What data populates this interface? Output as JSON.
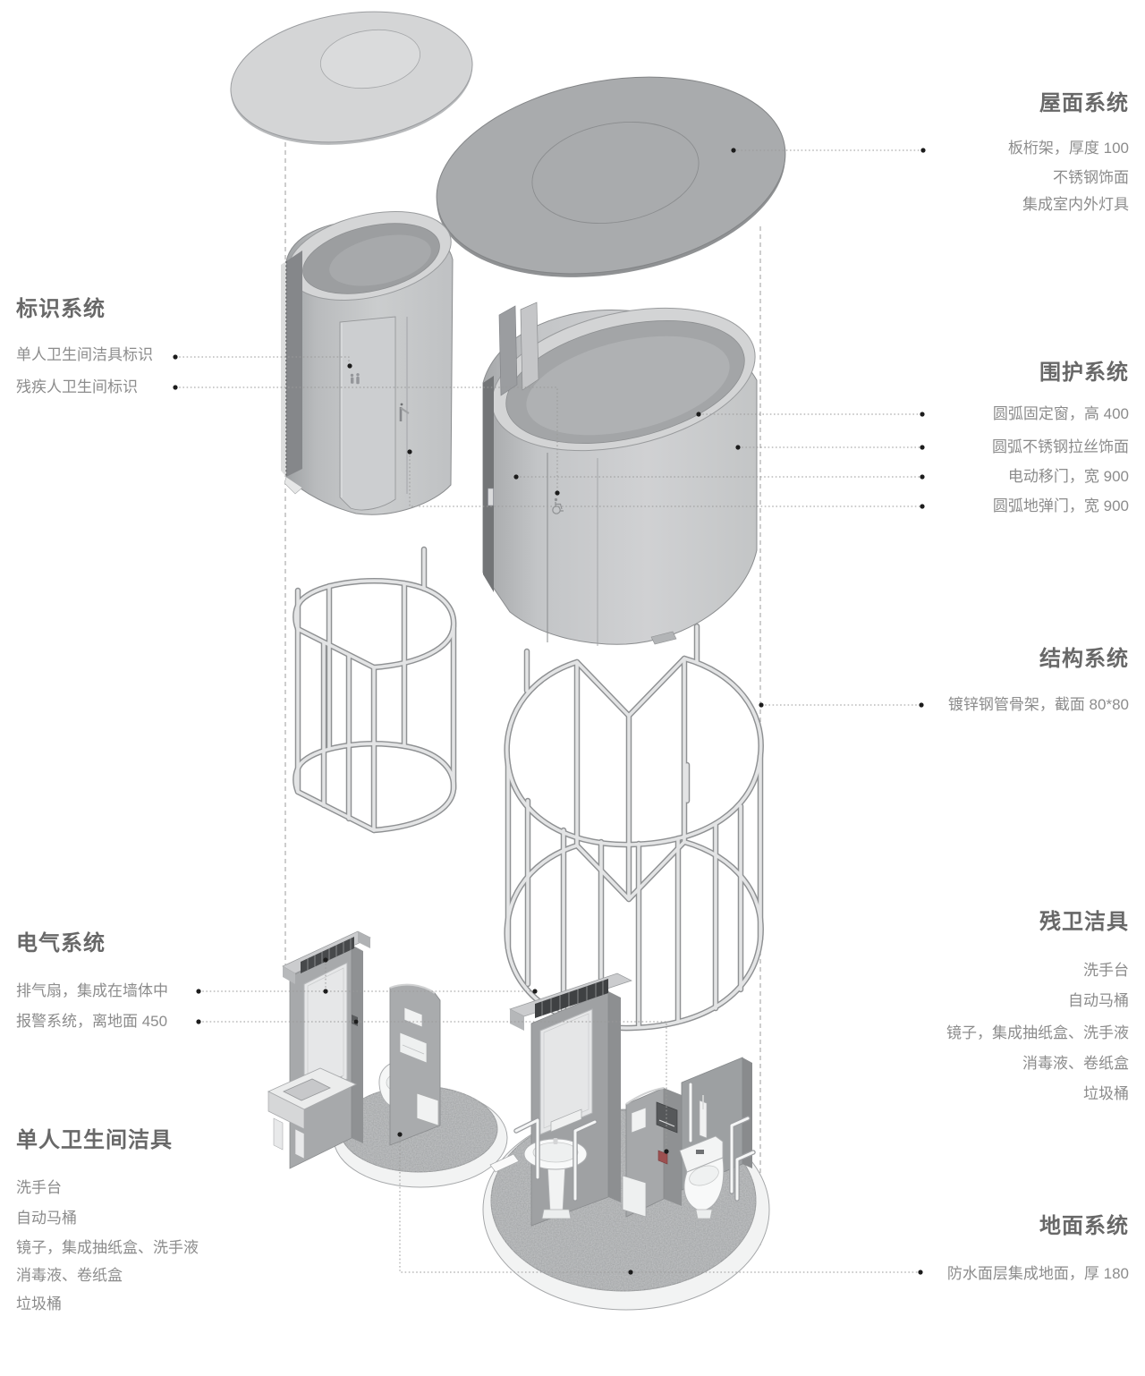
{
  "page": {
    "background": "#ffffff"
  },
  "palette": {
    "title_text": "#686868",
    "item_text": "#8c8c8c",
    "leader_line": "#9a9a9a",
    "leader_dot": "#1c1c1c",
    "guide_dash": "#aeaeae",
    "shell_light": "#d2d3d5",
    "shell_dark": "#a9abad",
    "carpet_gray": "#9ea0a2",
    "fixture_white": "#f5f6f6"
  },
  "icons": [
    "restroom-sign-icon",
    "wheelchair-icon",
    "door-handle-icon"
  ],
  "sections": {
    "roof": {
      "title": "屋面系统",
      "items": [
        "板桁架，厚度 100",
        "不锈钢饰面",
        "集成室内外灯具"
      ]
    },
    "signage": {
      "title": "标识系统",
      "items": [
        "单人卫生间洁具标识",
        "残疾人卫生间标识"
      ]
    },
    "enclosure": {
      "title": "围护系统",
      "items": [
        "圆弧固定窗，高 400",
        "圆弧不锈钢拉丝饰面",
        "电动移门，宽 900",
        "圆弧地弹门，宽 900"
      ]
    },
    "structure": {
      "title": "结构系统",
      "items": [
        "镀锌钢管骨架，截面 80*80"
      ]
    },
    "electrical": {
      "title": "电气系统",
      "items": [
        "排气扇，集成在墙体中",
        "报警系统，离地面 450"
      ]
    },
    "accessible_fixtures": {
      "title": "残卫洁具",
      "items": [
        "洗手台",
        "自动马桶",
        "镜子，集成抽纸盒、洗手液",
        "消毒液、卷纸盒",
        "垃圾桶"
      ]
    },
    "single_fixtures": {
      "title": "单人卫生间洁具",
      "items": [
        "洗手台",
        "自动马桶",
        "镜子，集成抽纸盒、洗手液",
        "消毒液、卷纸盒",
        "垃圾桶"
      ]
    },
    "floor": {
      "title": "地面系统",
      "items": [
        "防水面层集成地面，厚 180"
      ]
    }
  }
}
